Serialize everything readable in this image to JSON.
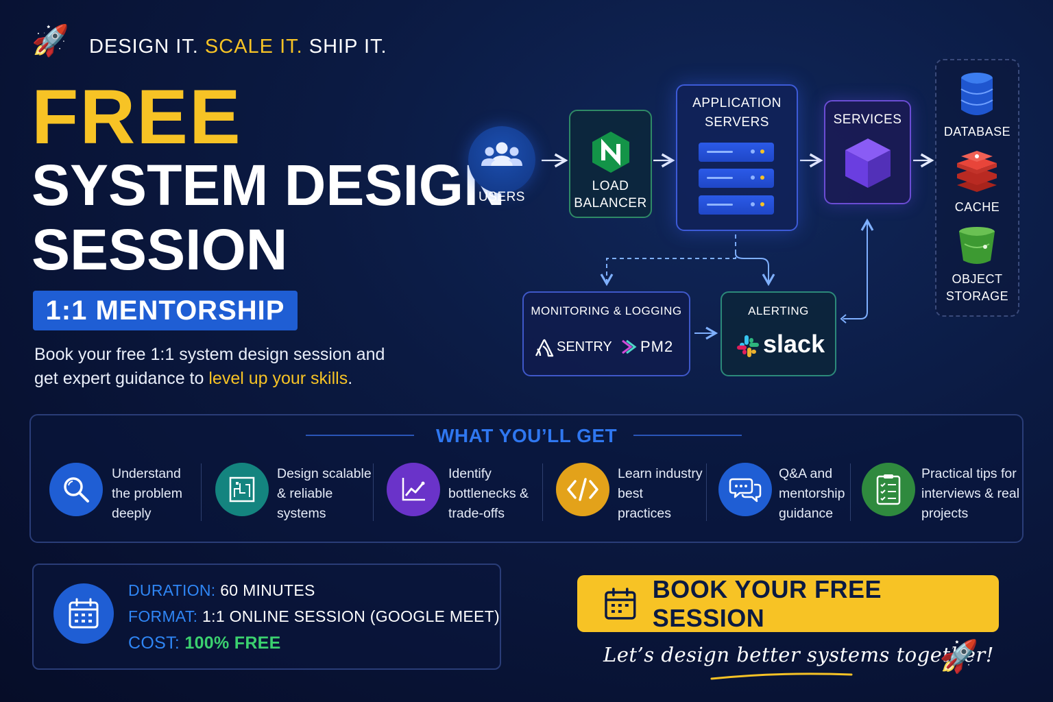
{
  "header": {
    "tagline_part1": "DESIGN IT.",
    "tagline_part2": "SCALE IT.",
    "tagline_part3": "SHIP IT.",
    "rocket_icon": "rocket-icon"
  },
  "hero": {
    "title_free": "FREE",
    "title_line2": "SYSTEM DESIGN",
    "title_line3": "SESSION",
    "badge": "1:1 MENTORSHIP",
    "desc_part1": "Book your free 1:1 system design session and",
    "desc_part2": "get expert guidance to ",
    "desc_highlight": "level up your skills",
    "desc_end": "."
  },
  "diagram": {
    "users": "USERS",
    "lb_line1": "LOAD",
    "lb_line2": "BALANCER",
    "app_line1": "APPLICATION",
    "app_line2": "SERVERS",
    "services": "SERVICES",
    "database": "DATABASE",
    "cache": "CACHE",
    "storage_line1": "OBJECT",
    "storage_line2": "STORAGE",
    "monitoring": "MONITORING & LOGGING",
    "sentry": "SENTRY",
    "pm2": "PM2",
    "alerting": "ALERTING",
    "slack": "slack"
  },
  "benefits": {
    "title": "WHAT YOU’LL GET",
    "items": [
      {
        "l1": "Understand",
        "l2": "the problem",
        "l3": "deeply",
        "icon": "search-icon",
        "color": "#1f5ed4"
      },
      {
        "l1": "Design scalable",
        "l2": "& reliable",
        "l3": "systems",
        "icon": "blueprint-icon",
        "color": "#14847f"
      },
      {
        "l1": "Identify",
        "l2": "bottlenecks &",
        "l3": "trade-offs",
        "icon": "chart-line-icon",
        "color": "#6a33c9"
      },
      {
        "l1": "Learn industry",
        "l2": "best",
        "l3": "practices",
        "icon": "code-icon",
        "color": "#e3a21a"
      },
      {
        "l1": "Q&A and",
        "l2": "mentorship",
        "l3": "guidance",
        "icon": "chat-icon",
        "color": "#1f5ed4"
      },
      {
        "l1": "Practical tips for",
        "l2": "interviews & real",
        "l3": "projects",
        "icon": "checklist-icon",
        "color": "#2f8a3e"
      }
    ]
  },
  "session": {
    "duration_label": "DURATION:",
    "duration_value": "60 MINUTES",
    "format_label": "FORMAT:",
    "format_value": "1:1 ONLINE SESSION (GOOGLE MEET)",
    "cost_label": "COST:",
    "cost_value": "100% FREE"
  },
  "cta": {
    "label": "BOOK YOUR FREE SESSION",
    "tagline": "Let’s design better systems together!"
  },
  "colors": {
    "accent_yellow": "#f7c325",
    "brand_blue": "#1f5ed4",
    "success_green": "#3bd16f",
    "background": "#0b1a42"
  }
}
